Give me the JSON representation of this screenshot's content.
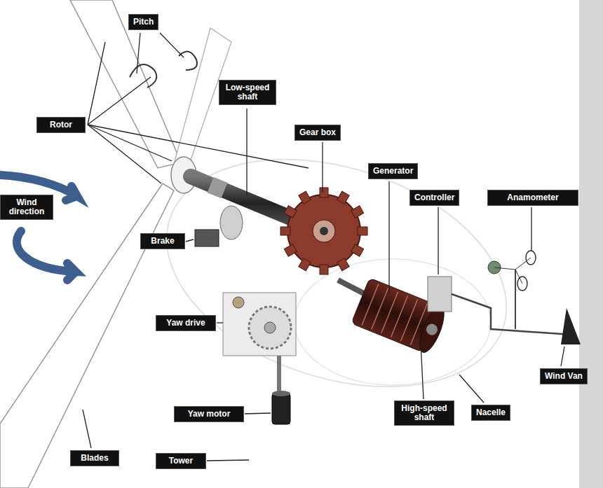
{
  "diagram": {
    "nodes": [
      {
        "text": [
          "Pitch"
        ]
      },
      {
        "text": [
          "Low-speed shaft"
        ]
      },
      {
        "text": [
          "Rotor"
        ]
      },
      {
        "text": [
          "Gear box"
        ]
      },
      {
        "text": [
          "Generator"
        ]
      },
      {
        "text": [
          "Controller"
        ]
      },
      {
        "text": [
          "Anamometer"
        ]
      },
      {
        "text": [
          "Wind direction"
        ]
      },
      {
        "text": [
          "Brake"
        ]
      },
      {
        "text": [
          "Yaw drive"
        ]
      },
      {
        "text": [
          "Wind Van"
        ]
      },
      {
        "text": [
          "High-speed shaft"
        ]
      },
      {
        "text": [
          "Nacelle"
        ]
      },
      {
        "text": [
          "Yaw motor"
        ]
      },
      {
        "text": [
          "Blades"
        ]
      },
      {
        "text": [
          "Tower"
        ]
      }
    ]
  }
}
